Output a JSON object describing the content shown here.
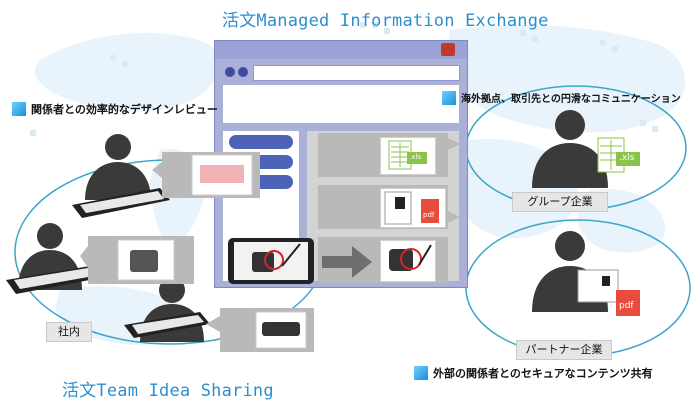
{
  "top_title": "活文Managed Information Exchange",
  "bottom_title": "活文Team Idea Sharing",
  "features": {
    "design_review": "関係者との効率的なデザインレビュー",
    "overseas_comm": "海外拠点、取引先との円滑なコミュニケーション",
    "secure_share": "外部の関係者とのセキュアなコンテンツ共有"
  },
  "groups": {
    "internal": "社内",
    "group_company": "グループ企業",
    "partner_company": "パートナー企業"
  },
  "file_badges": {
    "xls": ".xls",
    "pdf": "pdf"
  },
  "colors": {
    "accent_blue": "#2a8fd0",
    "window_lavender": "#aab0d8",
    "window_bar": "#8f97cf",
    "close_red": "#c0392b",
    "ellipse_stroke": "#3aa6c8",
    "xls_green": "#8bc34a",
    "pdf_red": "#e74c3c"
  },
  "icons": [
    "person-silhouette-icon",
    "tablet-icon",
    "xls-document-icon",
    "pdf-document-icon",
    "arrow-right-icon",
    "window-close-icon"
  ]
}
